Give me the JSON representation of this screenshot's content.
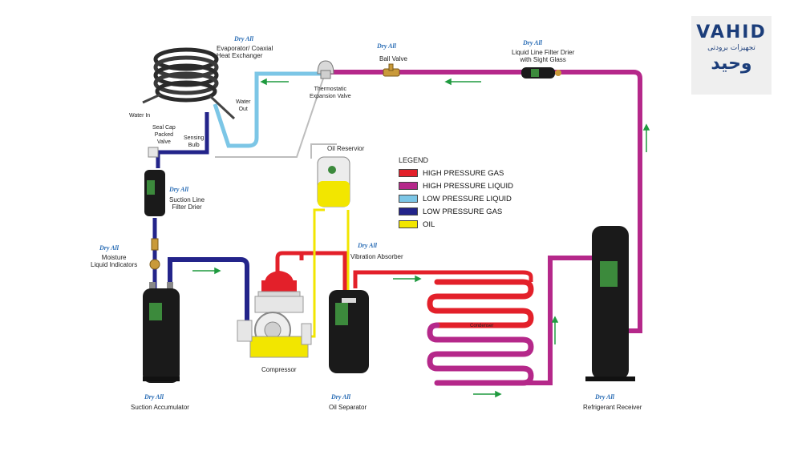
{
  "colors": {
    "high_pressure_gas": "#e3202a",
    "high_pressure_liquid": "#b5288a",
    "low_pressure_liquid": "#7cc6e6",
    "low_pressure_gas": "#23248a",
    "oil": "#f2e600",
    "arrow": "#1f9a3f",
    "tank": "#1a1a1a",
    "brand": "#2a6db5"
  },
  "legend": {
    "title": "LEGEND",
    "items": [
      {
        "label": "HIGH PRESSURE GAS",
        "color": "#e3202a"
      },
      {
        "label": "HIGH PRESSURE LIQUID",
        "color": "#b5288a"
      },
      {
        "label": "LOW PRESSURE LIQUID",
        "color": "#7cc6e6"
      },
      {
        "label": "LOW PRESSURE GAS",
        "color": "#23248a"
      },
      {
        "label": "OIL",
        "color": "#f2e600"
      }
    ]
  },
  "brand_text": "Dry All",
  "labels": {
    "evaporator": "Evaporator/ Coaxial",
    "evaporator2": "Heat Exchanger",
    "ball_valve": "Ball Valve",
    "filter_drier": "Liquid Line Filter Drier",
    "filter_drier2": "with Sight Glass",
    "txv": "Thermostatic",
    "txv2": "Expansion Valve",
    "water_in": "Water In",
    "water_out": "Water",
    "water_out2": "Out",
    "seal_cap": "Seal Cap",
    "seal_cap2": "Packed",
    "seal_cap3": "Valve",
    "sensing": "Sensing",
    "sensing2": "Bulb",
    "suction_filter": "Suction Line",
    "suction_filter2": "Filter Drier",
    "oil_reservoir": "Oil Reservior",
    "moisture": "Moisture",
    "moisture2": "Liquid Indicators",
    "vibration": "Vibration Absorber",
    "compressor": "Compressor",
    "condenser": "Condenser",
    "suction_accumulator": "Suction Accumulator",
    "oil_separator": "Oil Separator",
    "receiver": "Refrigerant Receiver"
  },
  "logo": {
    "latin": "VAHID",
    "persian_small": "تجهیزات برودتی",
    "persian_big": "وحید"
  }
}
